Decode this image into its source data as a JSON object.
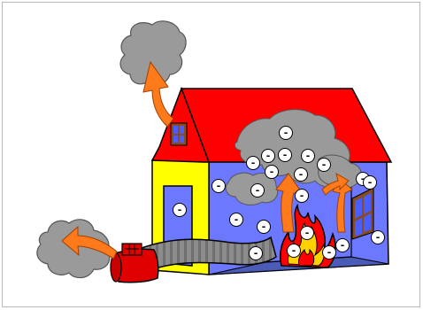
{
  "diagram": {
    "colors": {
      "background": "#ffffff",
      "roof": "#ff0000",
      "front_wall": "#ffff00",
      "side_wall": "#6b78ff",
      "door": "#6b78ff",
      "window": "#4a5dff",
      "window_frame": "#8a4b1e",
      "smoke": "#9a9a9a",
      "arrow": "#ff7a1a",
      "flame_red": "#ff0000",
      "flame_yellow": "#ffd200",
      "fan": "#e00000",
      "duct": "#8c8c8c",
      "floor": "#4b5bb8"
    },
    "negative_ion_symbol": "-",
    "negative_ion_count": 22,
    "components": [
      "house",
      "roof",
      "smoke-cloud",
      "orange-arrow",
      "fire",
      "ventilation-fan",
      "flexible-duct",
      "negative-ion"
    ]
  }
}
